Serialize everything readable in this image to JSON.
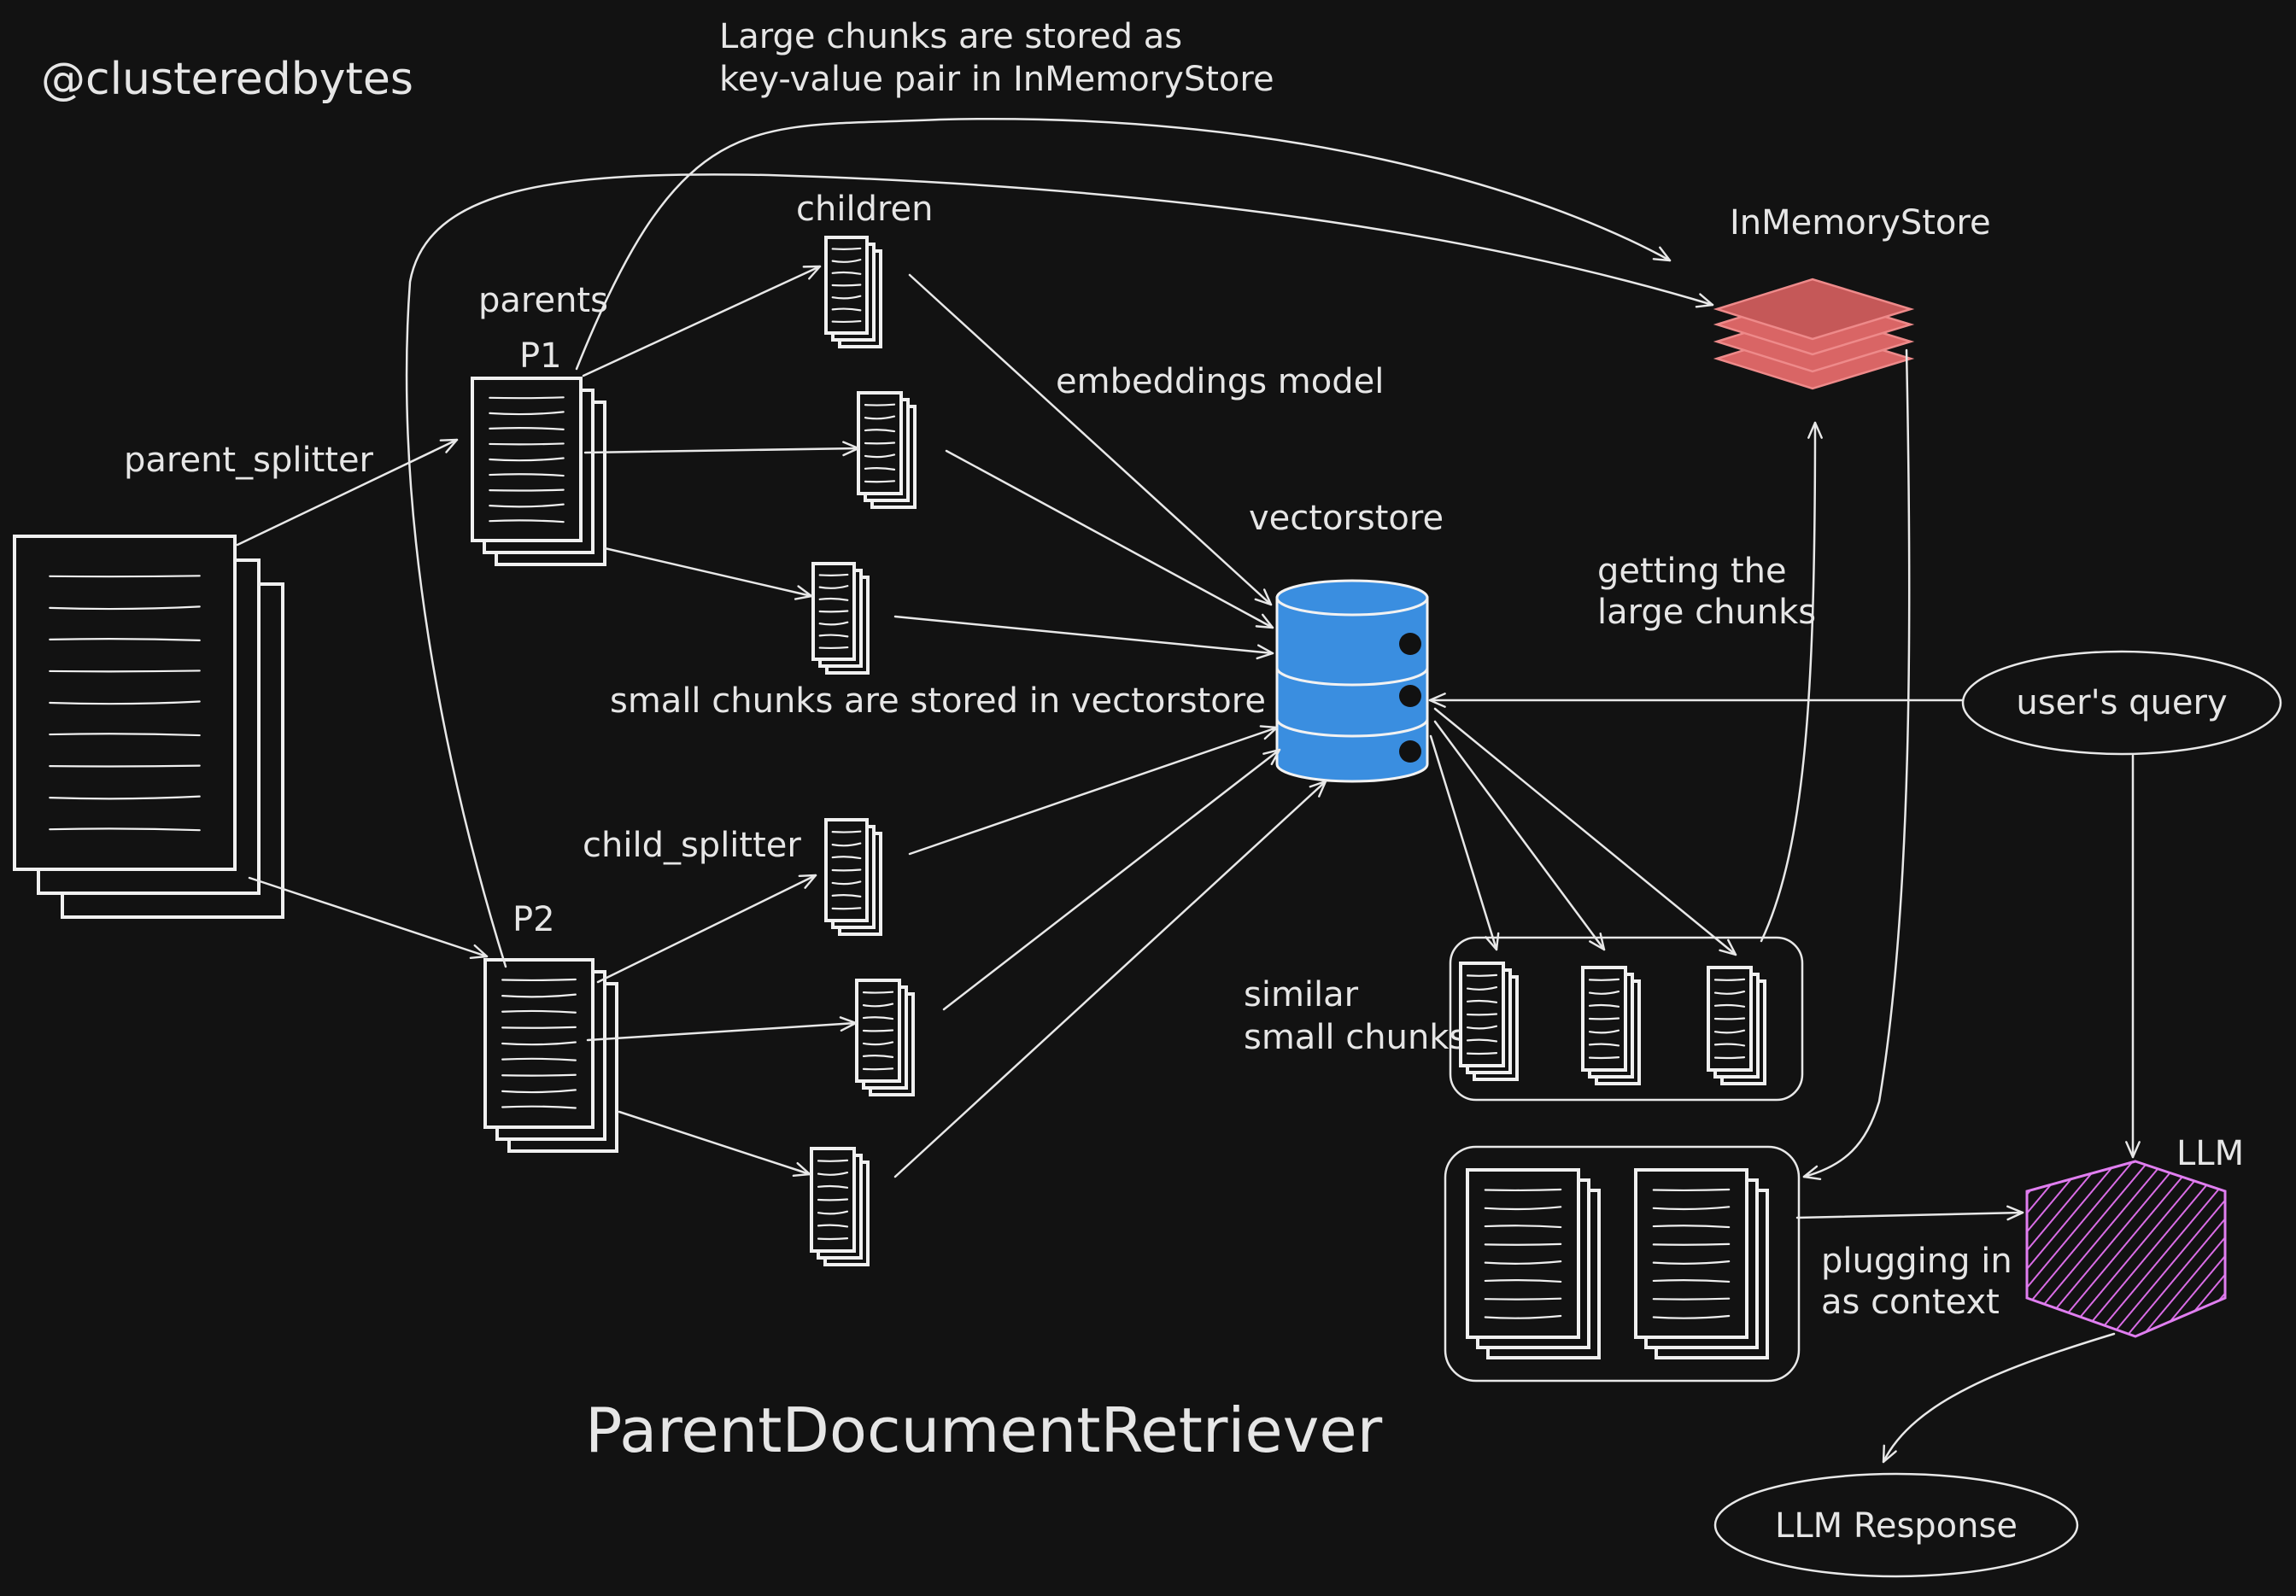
{
  "handle": "@clusteredbytes",
  "title": "ParentDocumentRetriever",
  "labels": {
    "large_chunks_line1": "Large chunks are stored as",
    "large_chunks_line2": "key-value pair in InMemoryStore",
    "parent_splitter": "parent_splitter",
    "parents": "parents",
    "p1": "P1",
    "p2": "P2",
    "children": "children",
    "child_splitter": "child_splitter",
    "embeddings_model": "embeddings model",
    "vectorstore": "vectorstore",
    "small_chunks_stored": "small chunks are stored in vectorstore",
    "inmemorystore": "InMemoryStore",
    "getting_line1": "getting the",
    "getting_line2": "large chunks",
    "users_query": "user's query",
    "similar_line1": "similar",
    "similar_line2": "small chunks",
    "plugging_line1": "plugging in",
    "plugging_line2": "as context",
    "llm": "LLM",
    "llm_response": "LLM Response"
  },
  "colors": {
    "background": "#121212",
    "vectorstore": "#3a8ee0",
    "inmemorystore": "#d96565",
    "llm": "#d96ce6",
    "stroke": "#e8e8e8"
  }
}
